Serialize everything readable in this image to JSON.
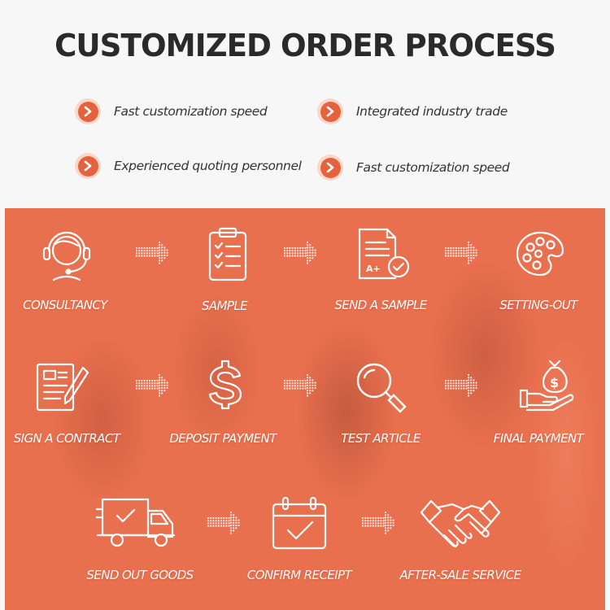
{
  "title": "CUSTOMIZED ORDER PROCESS",
  "features": [
    {
      "text": "Fast customization speed",
      "icon": "chevron-right-icon"
    },
    {
      "text": "Integrated industry trade",
      "icon": "chevron-right-icon"
    },
    {
      "text": "Experienced quoting personnel",
      "icon": "chevron-right-icon"
    },
    {
      "text": "Fast customization speed",
      "icon": "chevron-right-icon"
    }
  ],
  "colors": {
    "accent": "#e5623f",
    "accent_light": "#fbd7c8",
    "panel": "#e9704f",
    "title": "#2a2a2a"
  },
  "steps": [
    {
      "label": "CONSULTANCY",
      "icon": "headset-agent-icon"
    },
    {
      "label": "SAMPLE",
      "icon": "clipboard-checklist-icon"
    },
    {
      "label": "SEND A SAMPLE",
      "icon": "document-approved-icon"
    },
    {
      "label": "SETTING-OUT",
      "icon": "palette-icon"
    },
    {
      "label": "SIGN A CONTRACT",
      "icon": "contract-pen-icon"
    },
    {
      "label": "DEPOSIT PAYMENT",
      "icon": "dollar-sign-icon"
    },
    {
      "label": "TEST ARTICLE",
      "icon": "magnifier-icon"
    },
    {
      "label": "FINAL PAYMENT",
      "icon": "money-bag-hand-icon"
    },
    {
      "label": "SEND OUT GOODS",
      "icon": "delivery-truck-icon"
    },
    {
      "label": "CONFIRM RECEIPT",
      "icon": "calendar-check-icon"
    },
    {
      "label": "AFTER-SALE SERVICE",
      "icon": "handshake-icon"
    }
  ]
}
